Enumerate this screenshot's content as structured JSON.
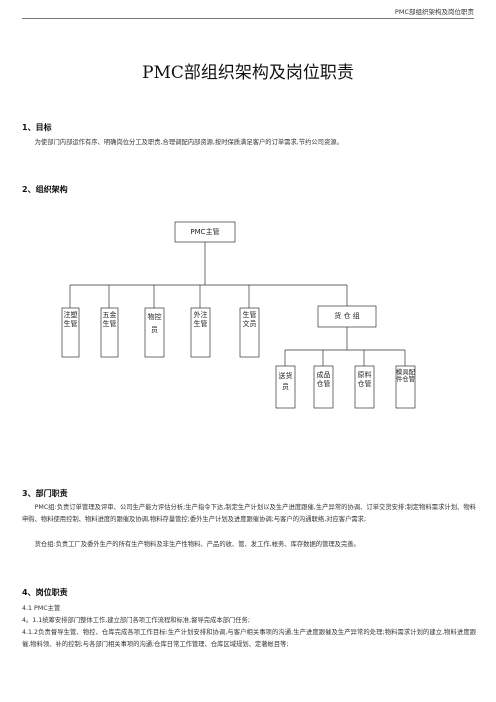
{
  "header": {
    "running_title": "PMC部组织架构及岗位职责"
  },
  "title": "PMC部组织架构及岗位职责",
  "sections": {
    "goal": {
      "heading": "1、目标",
      "text": "为使部门内部运作有序、明确岗位分工及职责,合理调配内部资源,按时保质满足客户的订单需求,节约公司资源。"
    },
    "org": {
      "heading": "2、组织架构"
    },
    "duties": {
      "heading": "3、部门职责",
      "pmc": "PMC组:负责订单管理及评审、公司生产能力评估分析;生产指令下达,制定生产计划以及生产进度跟催,生产异常的协调、订单交货安排;制定物料需求计划、物料申购、物料使用控制、物料进度的跟催及协调,物料存量管控;委外生产计划及进度跟催协调;与客户的沟通联络,对应客户需求;",
      "warehouse": "货仓组:负责工厂及委外生产的所有生产物料及非生产性物料、产品的收、管、发工作,帐务、库存数据的管理及完善。"
    },
    "posts": {
      "heading": "4、岗位职责",
      "line1": "4.1 PMC主管",
      "line2": "4。1.1统筹安排部门整体工作,建立部门各项工作流程和标准,督导完成本部门任务;",
      "line3": "4.1.2负责督导生管、物控、仓库完成各项工作目标:生产计划安排和协调,与客户相关事项的沟通,生产进度跟催及生产异常的处理;物料需求计划的建立,物料进度跟催,物料领、补的控制;与各部门相关事项的沟通;仓库日常工作管理、仓库区域规划、定著帐目等;"
    }
  },
  "org_chart": {
    "top": "PMC主管",
    "level2": [
      "注塑生管",
      "五金生管",
      "物控员",
      "外注生管",
      "生管文员"
    ],
    "warehouse_group": "货 仓 组",
    "level3": [
      "送货员",
      "成品仓管",
      "原料仓管",
      "模具配件仓管"
    ]
  }
}
